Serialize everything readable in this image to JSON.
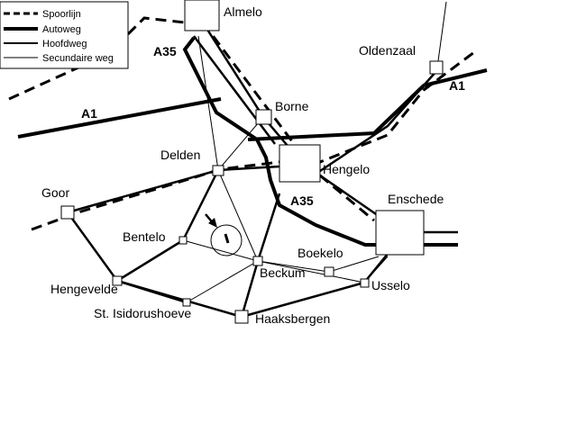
{
  "legend": {
    "items": [
      {
        "label": "Spoorlijn",
        "style": "rail"
      },
      {
        "label": "Autoweg",
        "style": "motorway"
      },
      {
        "label": "Hoofdweg",
        "style": "main"
      },
      {
        "label": "Secundaire weg",
        "style": "secondary"
      }
    ]
  },
  "places": {
    "almelo": "Almelo",
    "oldenzaal": "Oldenzaal",
    "borne": "Borne",
    "delden": "Delden",
    "hengelo": "Hengelo",
    "goor": "Goor",
    "enschede": "Enschede",
    "bentelo": "Bentelo",
    "boekelo": "Boekelo",
    "beckum": "Beckum",
    "hengevelde": "Hengevelde",
    "usselo": "Usselo",
    "st_isidorushoeve": "St. Isidorushoeve",
    "haaksbergen": "Haaksbergen"
  },
  "roads": {
    "a35_north": "A35",
    "a35_south": "A35",
    "a1_west": "A1",
    "a1_east": "A1"
  },
  "colors": {
    "ink": "#000000",
    "background": "#ffffff"
  },
  "icons": {
    "location_marker": "circle-with-arrow"
  }
}
